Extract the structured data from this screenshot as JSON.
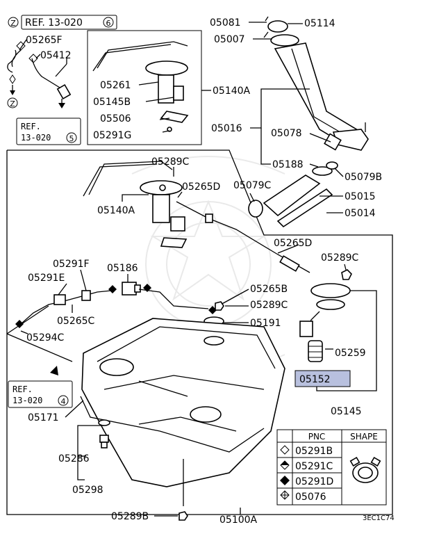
{
  "ref_top": {
    "prefix": "Z",
    "text": "REF. 13-020",
    "num": "6"
  },
  "ref_mid": {
    "line1": "REF.",
    "line2": "13-020",
    "num": "5"
  },
  "ref_bot": {
    "line1": "REF.",
    "line2": "13-020",
    "num": "4"
  },
  "z_bottom": "Z",
  "labels": {
    "p05265F": "05265F",
    "p05412": "05412",
    "p05261": "05261",
    "p05145B": "05145B",
    "p05506": "05506",
    "p05291G": "05291G",
    "p05140A_top": "05140A",
    "p05081": "05081",
    "p05114": "05114",
    "p05007": "05007",
    "p05016": "05016",
    "p05078": "05078",
    "p05188": "05188",
    "p05079B": "05079B",
    "p05079C": "05079C",
    "p05015": "05015",
    "p05014": "05014",
    "p05289C_a": "05289C",
    "p05265D_a": "05265D",
    "p05140A_mid": "05140A",
    "p05265D_b": "05265D",
    "p05289C_b": "05289C",
    "p05291F": "05291F",
    "p05186": "05186",
    "p05291E": "05291E",
    "p05265B": "05265B",
    "p05289C_c": "05289C",
    "p05265C": "05265C",
    "p05191": "05191",
    "p05294C": "05294C",
    "p05259": "05259",
    "p05152": "05152",
    "p05145": "05145",
    "p05171": "05171",
    "p05286": "05286",
    "p05298": "05298",
    "p05289B": "05289B",
    "p05100A": "05100A"
  },
  "table": {
    "headers": [
      "PNC",
      "SHAPE"
    ],
    "rows": [
      {
        "shape": "diamond-outline",
        "pnc": "05291B"
      },
      {
        "shape": "diamond-half",
        "pnc": "05291C"
      },
      {
        "shape": "diamond-filled",
        "pnc": "05291D"
      },
      {
        "shape": "diamond-cross",
        "pnc": "05076"
      }
    ]
  },
  "diagram_code": "3EC1C74",
  "highlight_color": "#b8c0de"
}
